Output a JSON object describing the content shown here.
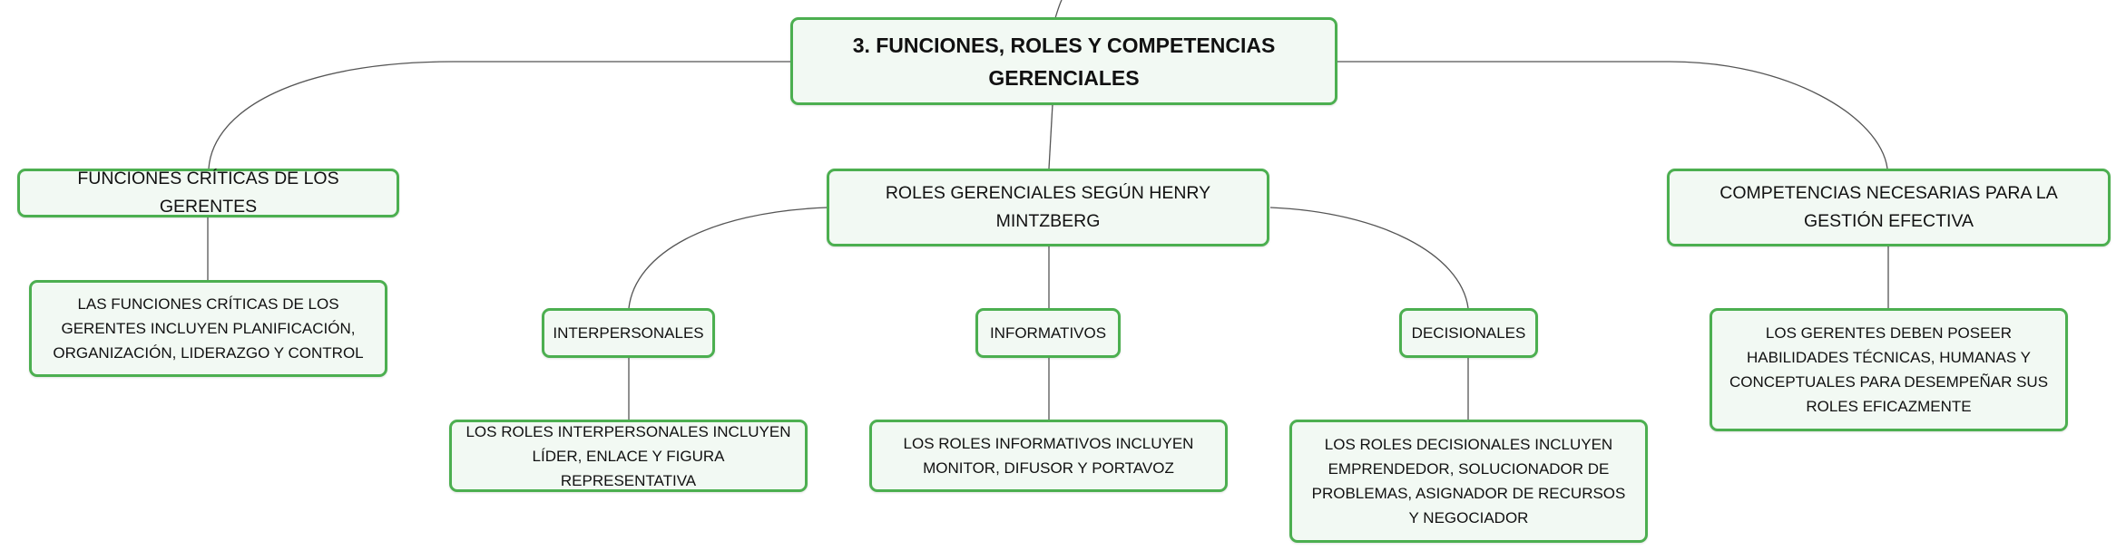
{
  "root": {
    "label": "3. FUNCIONES, ROLES Y COMPETENCIAS GERENCIALES"
  },
  "funciones": {
    "label": "FUNCIONES CRÍTICAS DE LOS GERENTES",
    "detail": "LAS FUNCIONES CRÍTICAS DE LOS GERENTES INCLUYEN PLANIFICACIÓN, ORGANIZACIÓN, LIDERAZGO Y CONTROL"
  },
  "roles": {
    "label": "ROLES GERENCIALES SEGÚN HENRY MINTZBERG",
    "interpersonales": {
      "label": "INTERPERSONALES",
      "detail": "LOS ROLES INTERPERSONALES INCLUYEN LÍDER, ENLACE Y FIGURA REPRESENTATIVA"
    },
    "informativos": {
      "label": "INFORMATIVOS",
      "detail": "LOS ROLES INFORMATIVOS INCLUYEN MONITOR, DIFUSOR Y PORTAVOZ"
    },
    "decisionales": {
      "label": "DECISIONALES",
      "detail": "LOS ROLES DECISIONALES INCLUYEN EMPRENDEDOR, SOLUCIONADOR DE PROBLEMAS, ASIGNADOR DE RECURSOS Y NEGOCIADOR"
    }
  },
  "competencias": {
    "label": "COMPETENCIAS NECESARIAS PARA LA GESTIÓN EFECTIVA",
    "detail": "LOS GERENTES DEBEN POSEER HABILIDADES TÉCNICAS, HUMANAS Y CONCEPTUALES PARA DESEMPEÑAR SUS ROLES EFICAZMENTE"
  },
  "theme": {
    "border": "#4caf50",
    "fill": "#f2f9f3",
    "line": "#555555"
  }
}
